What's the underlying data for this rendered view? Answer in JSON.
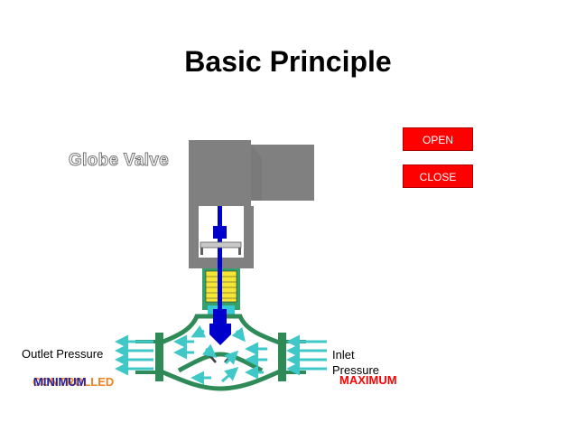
{
  "title": "Basic Principle",
  "valve_name": "Globe Valve",
  "buttons": {
    "open": "OPEN",
    "close": "CLOSE"
  },
  "labels": {
    "outlet": "Outlet Pressure",
    "inlet": "Inlet Pressure"
  },
  "states": {
    "outlet_overlay_a": "CONTROLLED",
    "outlet_overlay_b": "MINIMUM",
    "inlet": "MAXIMUM"
  },
  "colors": {
    "button": "#ff0000",
    "actuator": "#808080",
    "stem": "#0000cc",
    "spring": "#f5e635",
    "packing": "#35a06a",
    "body": "#2e8b57",
    "flow": "#40c8c8",
    "outlet_overlay_a": "#f08020",
    "outlet_overlay_b": "#2323a8",
    "inlet_state": "#ff0000"
  }
}
